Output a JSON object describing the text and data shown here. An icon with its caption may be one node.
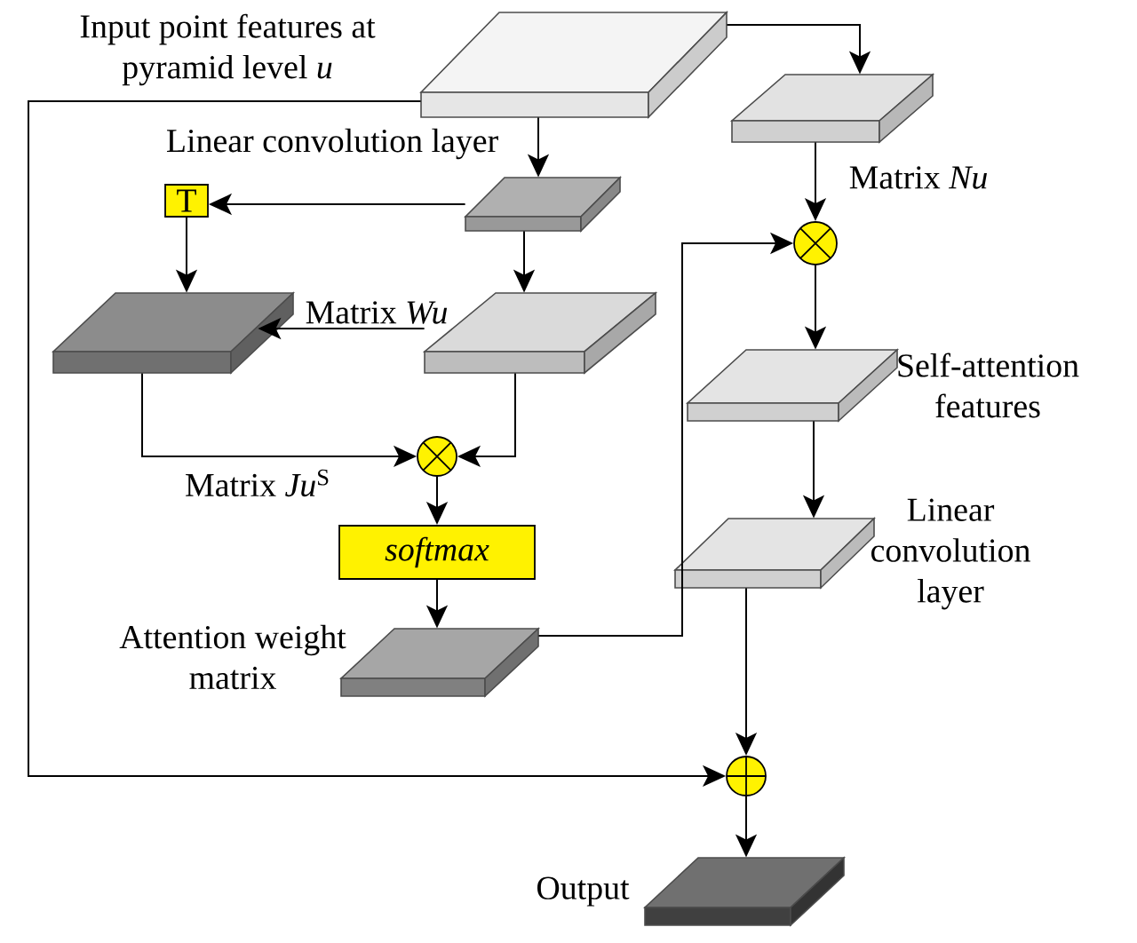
{
  "diagram": {
    "nodes": [
      {
        "text": [],
        "shape": "box",
        "beside": [
          "Input point features at pyramid level *u*"
        ]
      },
      {
        "text": [],
        "shape": "box"
      },
      {
        "text": [],
        "shape": "box"
      },
      {
        "text": [
          "T"
        ]
      },
      {
        "text": [],
        "shape": "box"
      },
      {
        "text": [],
        "shape": "box"
      },
      {
        "text": [],
        "shape": "circle"
      },
      {
        "text": [],
        "shape": "circle"
      },
      {
        "text": [
          "softmax"
        ]
      },
      {
        "text": [],
        "shape": "box",
        "beside": [
          "Attention weight matrix"
        ]
      },
      {
        "text": [],
        "shape": "box",
        "beside": [
          "Self-attention features"
        ]
      },
      {
        "text": [],
        "shape": "box",
        "beside": [
          "Linear convolution layer"
        ]
      },
      {
        "text": [],
        "shape": "circle"
      },
      {
        "text": [],
        "shape": "box",
        "beside": [
          "Output"
        ]
      }
    ],
    "edges": [
      {
        "from": 0,
        "to": 1,
        "arrow": "to"
      },
      {
        "from": 0,
        "to": 2,
        "arrow": "to",
        "label": "Linear convolution layer"
      },
      {
        "from": 2,
        "to": 3,
        "arrow": "to"
      },
      {
        "from": 3,
        "to": 4,
        "arrow": "to"
      },
      {
        "from": 2,
        "to": 5,
        "arrow": "to"
      },
      {
        "from": 5,
        "to": 4,
        "arrow": "to",
        "label": "Matrix *Wu*"
      },
      {
        "from": 4,
        "to": 6,
        "arrow": "to",
        "label": "Matrix *Ju*$^{S}$"
      },
      {
        "from": 5,
        "to": 6,
        "arrow": "to"
      },
      {
        "from": 6,
        "to": 8,
        "arrow": "to"
      },
      {
        "from": 8,
        "to": 9,
        "arrow": "to"
      },
      {
        "from": 9,
        "to": 7,
        "arrow": "to"
      },
      {
        "from": 1,
        "to": 7,
        "arrow": "to",
        "label": "Matrix *Nu*"
      },
      {
        "from": 7,
        "to": 10,
        "arrow": "to"
      },
      {
        "from": 10,
        "to": 11,
        "arrow": "to"
      },
      {
        "from": 11,
        "to": 12,
        "arrow": "to"
      },
      {
        "from": 0,
        "to": 12,
        "arrow": "to"
      },
      {
        "from": 12,
        "to": 13,
        "arrow": "to"
      }
    ]
  }
}
